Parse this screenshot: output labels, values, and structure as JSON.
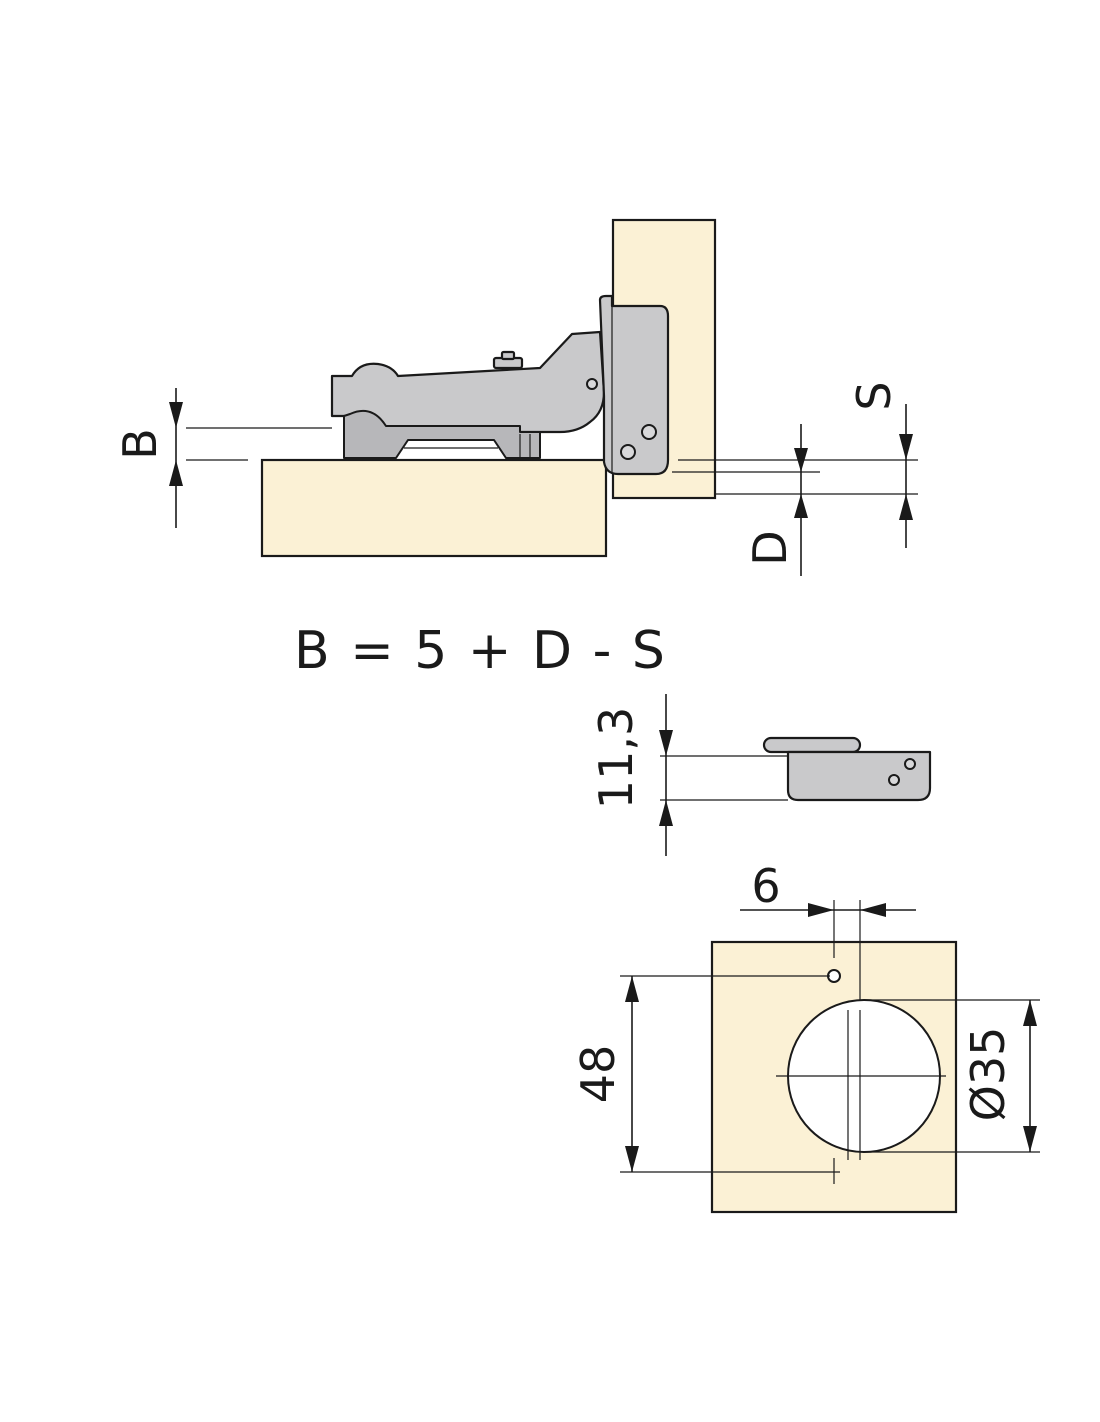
{
  "diagram": {
    "labels": {
      "b": "B",
      "s": "S",
      "d": "D",
      "height": "11,3",
      "offset": "6",
      "spacing": "48",
      "diameter": "Ø35"
    },
    "formula": "B = 5 + D - S",
    "colors": {
      "wood": "#fbf1d5",
      "metal": "#c9c9cb",
      "line": "#1a1a1a"
    }
  }
}
